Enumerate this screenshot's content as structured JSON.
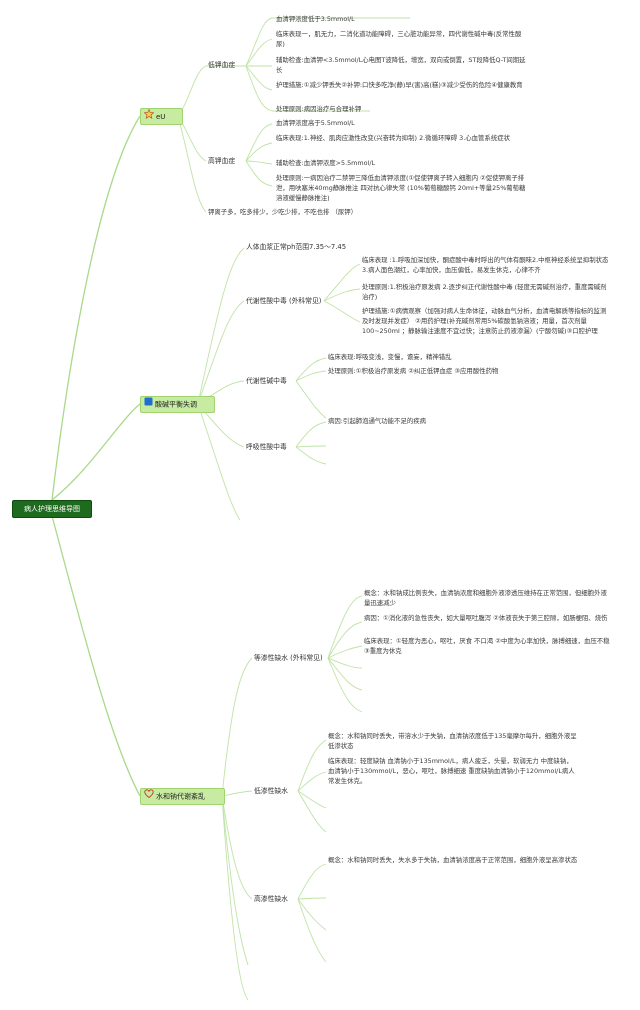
{
  "root": {
    "label": "病人护理思维导图"
  },
  "k": {
    "label": "eU",
    "hypo": {
      "label": "低钾血症",
      "items": [
        "血清钾浓度低于3.5mmol/L",
        "临床表现一，肌无力，二消化道功能障碍，三心脏功能异常，四代谢性碱中毒(反常性酸尿)",
        "辅助检查:血清钾<3.5mmol/L心电图T波降低，增宽，双向或倒置，ST段降低Q-T间期延长",
        "护理措施:①减少钾丢失②补钾:口快多吃净(静)早(害)高(糕)③减少受伤的危险④健康教育",
        "处理原则:病因治疗与合理补钾"
      ]
    },
    "hyper": {
      "label": "高钾血症",
      "items": [
        "血清钾浓度高于5.5mmol/L",
        "临床表现:1.神经、肌肉应激性改变(兴奋转为抑制) 2.微循环障碍 3.心血管系统症状",
        "辅助检查:血清钾浓度>5.5mmol/L",
        "处理原则:一病因治疗二禁钾三降低血清钾浓度(①促使钾离子转入细胞内 ②促使钾离子排泄，用呋塞米40mg静脉推注 四对抗心律失常 (10%葡萄糖酸钙 20ml+等量25%葡萄糖溶液缓慢静脉推注)"
      ]
    },
    "note": "钾离子多，吃多排少，少吃少排，不吃也排 （尿钾）"
  },
  "acid": {
    "label": "酸碱平衡失调",
    "ph": "人体血浆正常ph范围7.35～7.45",
    "met_acidosis": {
      "label": "代谢性酸中毒 (外科常见)",
      "items": [
        "临床表现 :1.呼吸加深加快，酮症酸中毒时呼出的气体有酮味2.中枢神经系统呈抑制状态 3.病人面色潮红，心率加快，血压偏低，易发生休克，心律不齐",
        "处理原则:1.积极治疗原发病 2.逐步纠正代谢性酸中毒 (轻度无需碱剂治疗，重度需碱剂治疗)",
        "护理措施:①病情观察（加强对病人生命体征，动脉血气分析，血清电解质等指标的监测 及时发现并发症） ②用药护理(补充碱剂常用5%碳酸氢钠溶液；用量，首次剂量100~250ml ；静脉输注速度不宜过快；注意防止药液渗漏）(宁酸勿碱)③口腔护理"
      ]
    },
    "met_alkalosis": {
      "label": "代谢性碱中毒",
      "items": [
        "临床表现:呼吸变浅，变慢，谵妄，精神错乱",
        "处理原则:①积极治疗原发病 ②纠正低钾血症 ③应用酸性药物"
      ]
    },
    "resp_acidosis": {
      "label": "呼吸性酸中毒",
      "items": [
        "病因:引起肺泡通气功能不足的疾病"
      ]
    }
  },
  "water": {
    "label": "水和钠代谢紊乱",
    "iso": {
      "label": "等渗性缺水 (外科常见)",
      "items": [
        "概念：水和钠成比例丧失，血清钠浓度和细胞外液渗透压维持在正常范围，但细胞外液量迅速减少",
        "病因：①消化液的急性丧失，如大量呕吐腹泻 ②体液丧失于第三腔隙，如肠梗阻、烧伤",
        "临床表现：①轻度为恶心，呕吐，厌食 不口渴 ②中度为心率加快，脉搏细速，血压不稳 ③重度为休克"
      ]
    },
    "hypo": {
      "label": "低渗性缺水",
      "items": [
        "概念：水和钠同时丢失，带溶水少于失钠，血清钠浓度低于135毫摩尔每升，细胞外液呈低渗状态",
        "临床表现：轻度缺钠 血清钠小于135mmol/L，病人疲乏，头晕，软弱无力 中度缺钠，血清钠小于130mmol/L，恶心，呕吐，脉搏细速 重度缺钠血清钠小于120mmol/L病人常发生休克。"
      ]
    },
    "hyper": {
      "label": "高渗性缺水",
      "items": [
        "概念：水和钠同时丢失，失水多于失钠，血清钠浓度高于正常范围，细胞外液呈高渗状态"
      ]
    }
  },
  "colors": {
    "root": "#1e6a1e",
    "branch": "#9fd46e",
    "edge": "#a9d98a",
    "text": "#3a3a3a"
  }
}
